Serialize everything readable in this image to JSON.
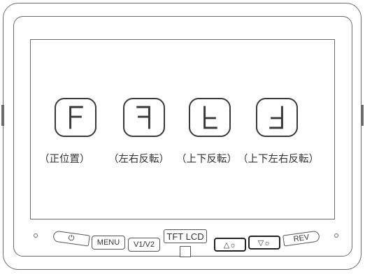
{
  "modes": [
    {
      "glyph": "F",
      "label": "（正位置）"
    },
    {
      "glyph": "F-mirror",
      "label": "（左右反転）"
    },
    {
      "glyph": "F-flip",
      "label": "（上下反転）"
    },
    {
      "glyph": "F-rotate",
      "label": "（上下左右反転）"
    }
  ],
  "panel": {
    "power_icon": "power-icon",
    "menu_label": "MENU",
    "v1v2_label": "V1/V2",
    "tft_label": "TFT LCD",
    "bright_up_label": "△☼",
    "bright_down_label": "▽☼",
    "rev_label": "REV"
  }
}
